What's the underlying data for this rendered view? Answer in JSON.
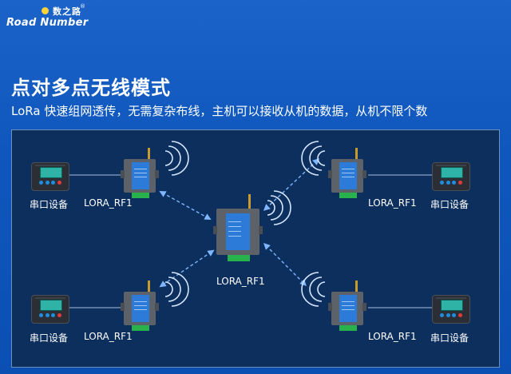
{
  "brand": {
    "name_cn": "数之路",
    "name_en": "Road Number",
    "registered": "®"
  },
  "heading": {
    "title": "点对多点无线模式",
    "subtitle": "LoRa 快速组网透传，无需复杂布线，主机可以接收从机的数据，从机不限个数"
  },
  "diagram": {
    "device_label": "串口设备",
    "rf_label": "LORA_RF1",
    "center_label": "LORA_RF1",
    "colors": {
      "panel": "#0c2f5e",
      "link": "#7fb6ff",
      "wire": "#a9c1e0",
      "screen": "#2fb3a6"
    }
  }
}
